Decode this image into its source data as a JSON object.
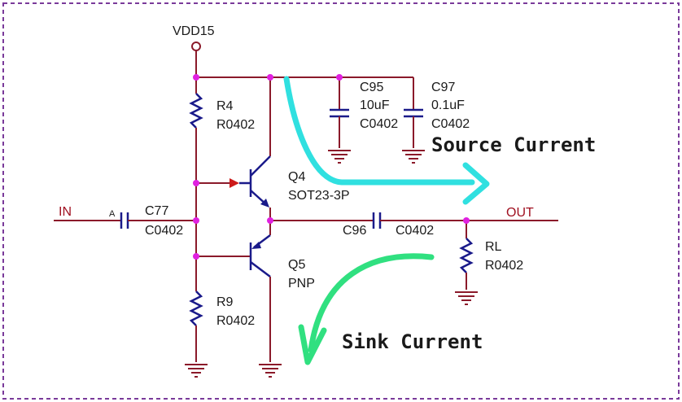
{
  "labels": {
    "vdd": "VDD15",
    "r4_name": "R4",
    "r4_pkg": "R0402",
    "c95_name": "C95",
    "c95_val": "10uF",
    "c95_pkg": "C0402",
    "c97_name": "C97",
    "c97_val": "0.1uF",
    "c97_pkg": "C0402",
    "q4_name": "Q4",
    "q4_pkg": "SOT23-3P",
    "in": "IN",
    "pin_a": "A",
    "c77_name": "C77",
    "c77_pkg": "C0402",
    "c96_name": "C96",
    "c96_pkg": "C0402",
    "out": "OUT",
    "rl_name": "RL",
    "rl_pkg": "R0402",
    "q5_name": "Q5",
    "q5_type": "PNP",
    "r9_name": "R9",
    "r9_pkg": "R0402",
    "source_current": "Source Current",
    "sink_current": "Sink Current"
  },
  "colors": {
    "wire": "#8b1a2a",
    "component": "#1a1a8a",
    "junction": "#e020e0",
    "source_arrow": "#30e0e0",
    "sink_arrow": "#30e080",
    "border": "#7a3a9a"
  }
}
